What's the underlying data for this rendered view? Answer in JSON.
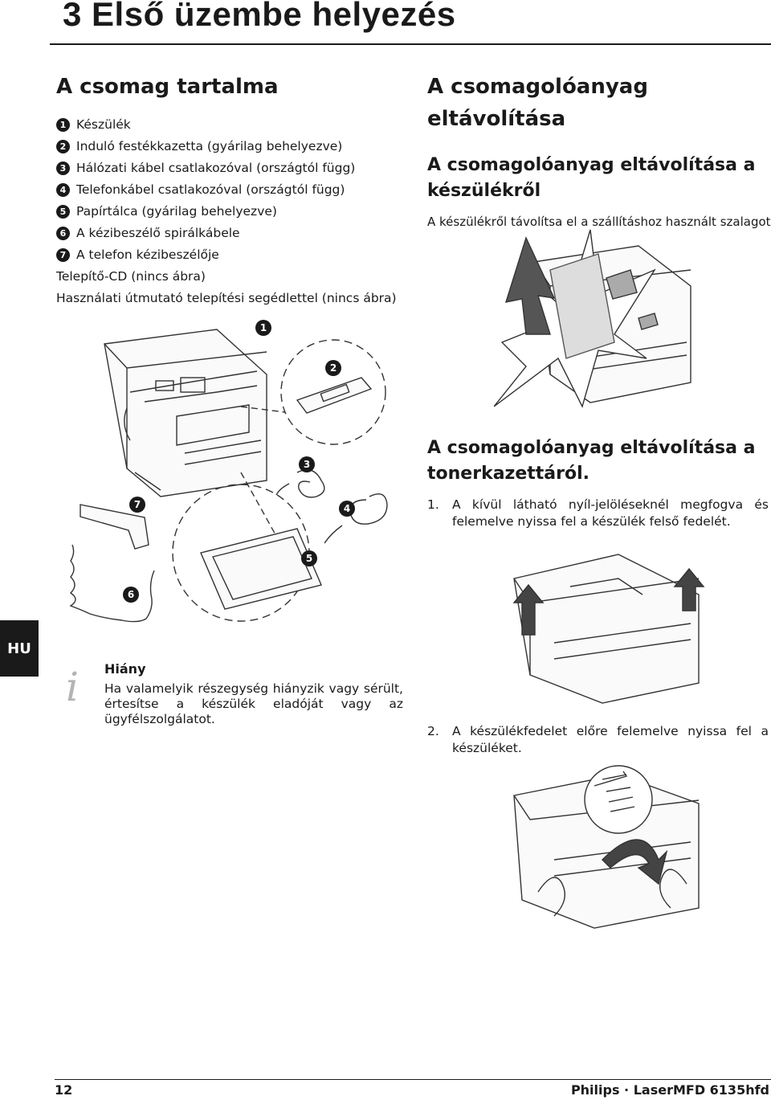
{
  "chapter": {
    "number": "3",
    "title": "Első üzembe helyezés"
  },
  "package": {
    "heading": "A csomag tartalma",
    "items": [
      {
        "num": "1",
        "text": "Készülék"
      },
      {
        "num": "2",
        "text": "Induló festékkazetta (gyárilag behelyezve)"
      },
      {
        "num": "3",
        "text": "Hálózati kábel csatlakozóval (országtól függ)"
      },
      {
        "num": "4",
        "text": "Telefonkábel csatlakozóval (országtól függ)"
      },
      {
        "num": "5",
        "text": "Papírtálca (gyárilag behelyezve)"
      },
      {
        "num": "6",
        "text": "A kézibeszélő spirálkábele"
      },
      {
        "num": "7",
        "text": "A telefon kézibeszélője"
      }
    ],
    "extra_items": [
      "Telepítő-CD (nincs ábra)",
      "Használati útmutató telepítési segédlettel (nincs ábra)"
    ],
    "figure_labels": [
      "1",
      "2",
      "3",
      "4",
      "5",
      "6",
      "7"
    ]
  },
  "side_tab": "HU",
  "note": {
    "icon": "info-icon",
    "title": "Hiány",
    "text": "Ha valamelyik részegység hiányzik vagy sérült, értesítse a készülék eladóját vagy az ügyfélszolgálatot."
  },
  "removal": {
    "heading": "A csomagolóanyag eltávolítása",
    "device": {
      "heading": "A csomagolóanyag eltávolítása a készülékről",
      "text": "A készülékről távolítsa el a szállításhoz használt szalagot."
    },
    "toner": {
      "heading": "A csomagolóanyag eltávolítása a tonerkazettáról.",
      "steps": [
        {
          "num": "1.",
          "text": "A kívül látható nyíl-jelöléseknél megfogva és felemelve nyissa fel a készülék felső fedelét."
        },
        {
          "num": "2.",
          "text": "A készülékfedelet előre felemelve nyissa fel a készüléket."
        }
      ]
    }
  },
  "footer": {
    "page": "12",
    "brand": "Philips · LaserMFD 6135hfd"
  }
}
